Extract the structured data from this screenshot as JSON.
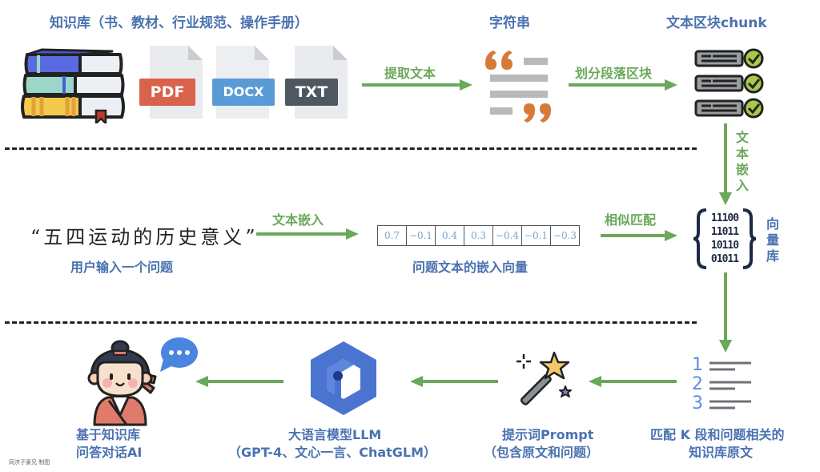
{
  "header": {
    "knowledge_base_title": "知识库（书、教材、行业规范、操作手册）",
    "string_title": "字符串",
    "chunk_title": "文本区块chunk"
  },
  "files": [
    {
      "label": "PDF",
      "color": "#d9624a"
    },
    {
      "label": "DOCX",
      "color": "#5b9bd5"
    },
    {
      "label": "TXT",
      "color": "#4f5761"
    }
  ],
  "arrows": {
    "extract_text": "提取文本",
    "split_chunks": "划分段落区块",
    "text_embed_vertical": "文本嵌入",
    "text_embed": "文本嵌入",
    "similarity_match": "相似匹配"
  },
  "middle": {
    "question": "“五四运动的历史意义”",
    "question_caption": "用户输入一个问题",
    "vector_caption": "问题文本的嵌入向量",
    "vector_values": [
      "0.7",
      "−0.1",
      "0.4",
      "0.3",
      "−0.4",
      "−0.1",
      "−0.3"
    ],
    "vector_db_label": "向量库",
    "binary_rows": [
      "11100",
      "11011",
      "10110",
      "01011"
    ]
  },
  "bottom": {
    "ai_label_line1": "基于知识库",
    "ai_label_line2": "问答对话AI",
    "llm_line1": "大语言模型LLM",
    "llm_line2": "（GPT-4、文心一言、ChatGLM）",
    "prompt_line1": "提示词Prompt",
    "prompt_line2": "（包含原文和问题）",
    "match_line1": "匹配 K 段和问题相关的",
    "match_line2": "知识库原文",
    "ranked_numbers": [
      "1",
      "2",
      "3"
    ]
  },
  "watermark": "同济子豪兄 制图",
  "colors": {
    "arrow_green": "#6aa85a",
    "title_blue": "#4a72b0",
    "quote_orange": "#d67a3a",
    "check_green": "#a8c94a",
    "llm_blue": "#4a74d0"
  }
}
